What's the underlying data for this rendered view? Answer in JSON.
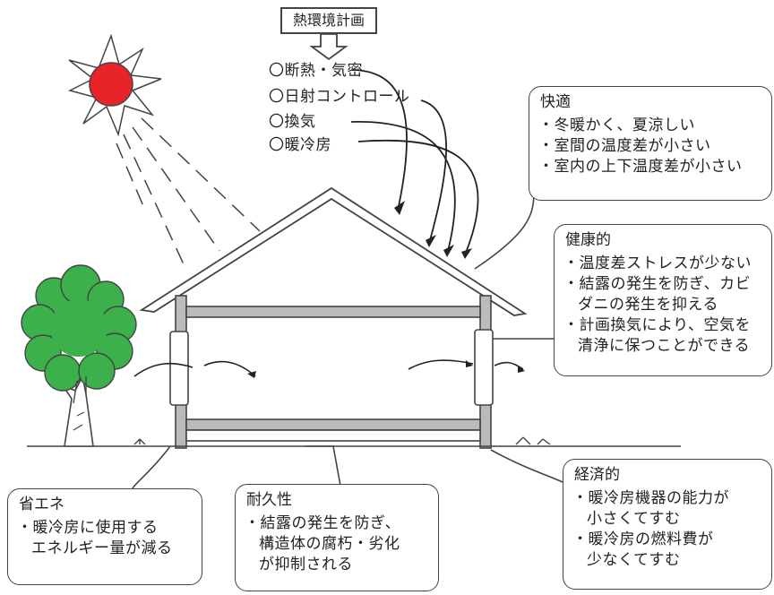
{
  "title": "熱環境計画",
  "plan_items": [
    "〇断熱・気密",
    "〇日射コントロール",
    "〇換気",
    "〇暖冷房"
  ],
  "comfort": {
    "heading": "快適",
    "lines": [
      "・冬暖かく、夏涼しい",
      "・室間の温度差が小さい",
      "・室内の上下温度差が小さい"
    ]
  },
  "health": {
    "heading": "健康的",
    "lines": [
      "・温度差ストレスが少ない",
      "・結露の発生を防ぎ、カビ",
      "ダニの発生を抑える",
      "・計画換気により、空気を",
      "清浄に保つことができる"
    ]
  },
  "energy": {
    "heading": "省エネ",
    "lines": [
      "・暖冷房に使用する",
      "エネルギー量が減る"
    ]
  },
  "durability": {
    "heading": "耐久性",
    "lines": [
      "・結露の発生を防ぎ、",
      "構造体の腐朽・劣化",
      "が抑制される"
    ]
  },
  "economy": {
    "heading": "経済的",
    "lines": [
      "・暖冷房機器の能力が",
      "小さくてすむ",
      "・暖冷房の燃料費が",
      "少なくてすむ"
    ]
  },
  "colors": {
    "sun": "#e8232a",
    "tree": "#3cb04a",
    "line": "#444444"
  }
}
